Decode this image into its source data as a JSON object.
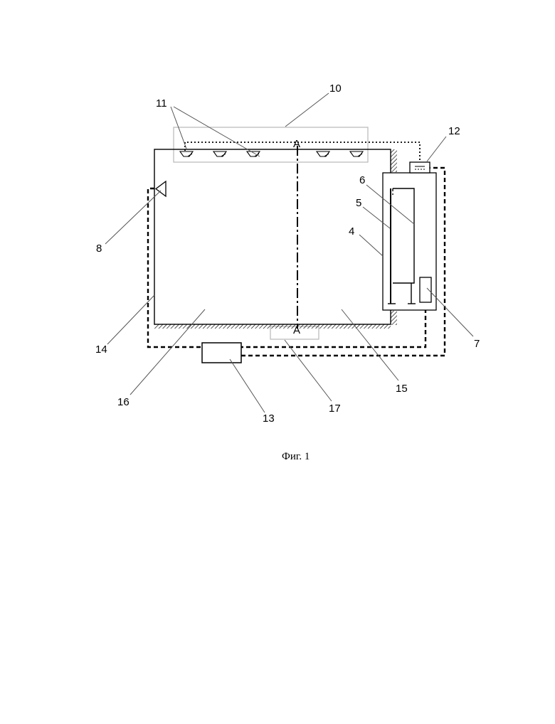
{
  "figure": {
    "caption": "Фиг. 1",
    "section_marks": [
      "A",
      "A"
    ],
    "labels": {
      "l4": "4",
      "l5": "5",
      "l6": "6",
      "l7": "7",
      "l8": "8",
      "l10": "10",
      "l11": "11",
      "l12": "12",
      "l13": "13",
      "l14": "14",
      "l15": "15",
      "l16": "16",
      "l17": "17"
    }
  }
}
